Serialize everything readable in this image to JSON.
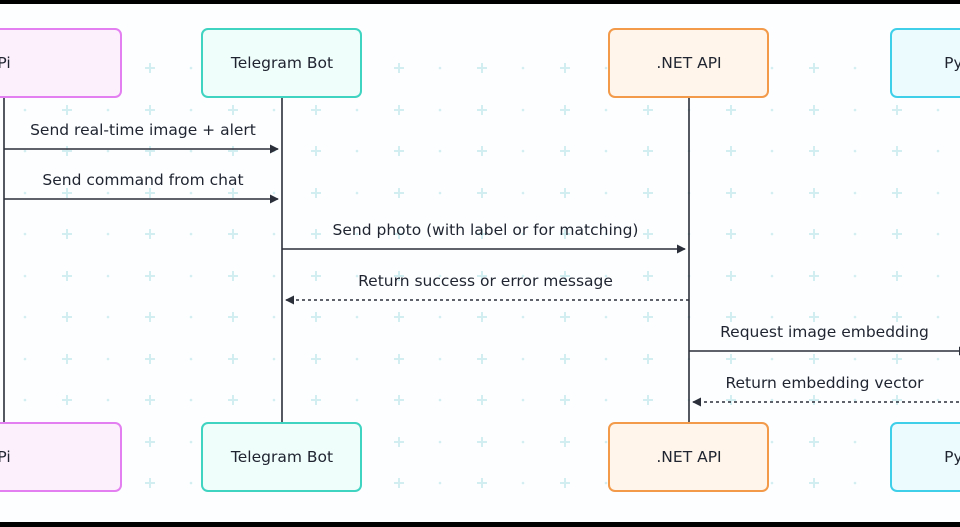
{
  "participants": [
    {
      "id": "pi",
      "label": "Pi",
      "fill": "#fdf0fd",
      "stroke": "#e37ff0"
    },
    {
      "id": "bot",
      "label": "Telegram Bot",
      "fill": "#effdfb",
      "stroke": "#3fd3c1"
    },
    {
      "id": "api",
      "label": ".NET API",
      "fill": "#fff5ea",
      "stroke": "#f29a4a"
    },
    {
      "id": "python",
      "label": "Python",
      "fill": "#ecfbfe",
      "stroke": "#3fcfe9"
    }
  ],
  "messages": [
    {
      "from": "pi",
      "to": "bot",
      "label": "Send real-time image + alert",
      "style": "solid"
    },
    {
      "from": "pi",
      "to": "bot",
      "label": "Send command from chat",
      "style": "solid"
    },
    {
      "from": "bot",
      "to": "api",
      "label": "Send photo (with label or for matching)",
      "style": "solid"
    },
    {
      "from": "api",
      "to": "bot",
      "label": "Return success or error message",
      "style": "dotted"
    },
    {
      "from": "api",
      "to": "python",
      "label": "Request image embedding",
      "style": "solid"
    },
    {
      "from": "python",
      "to": "api",
      "label": "Return embedding vector",
      "style": "dotted"
    }
  ],
  "colors": {
    "line": "#2b2f3a",
    "grid_plus": "#d3eef1",
    "background": "#fcfeff"
  }
}
